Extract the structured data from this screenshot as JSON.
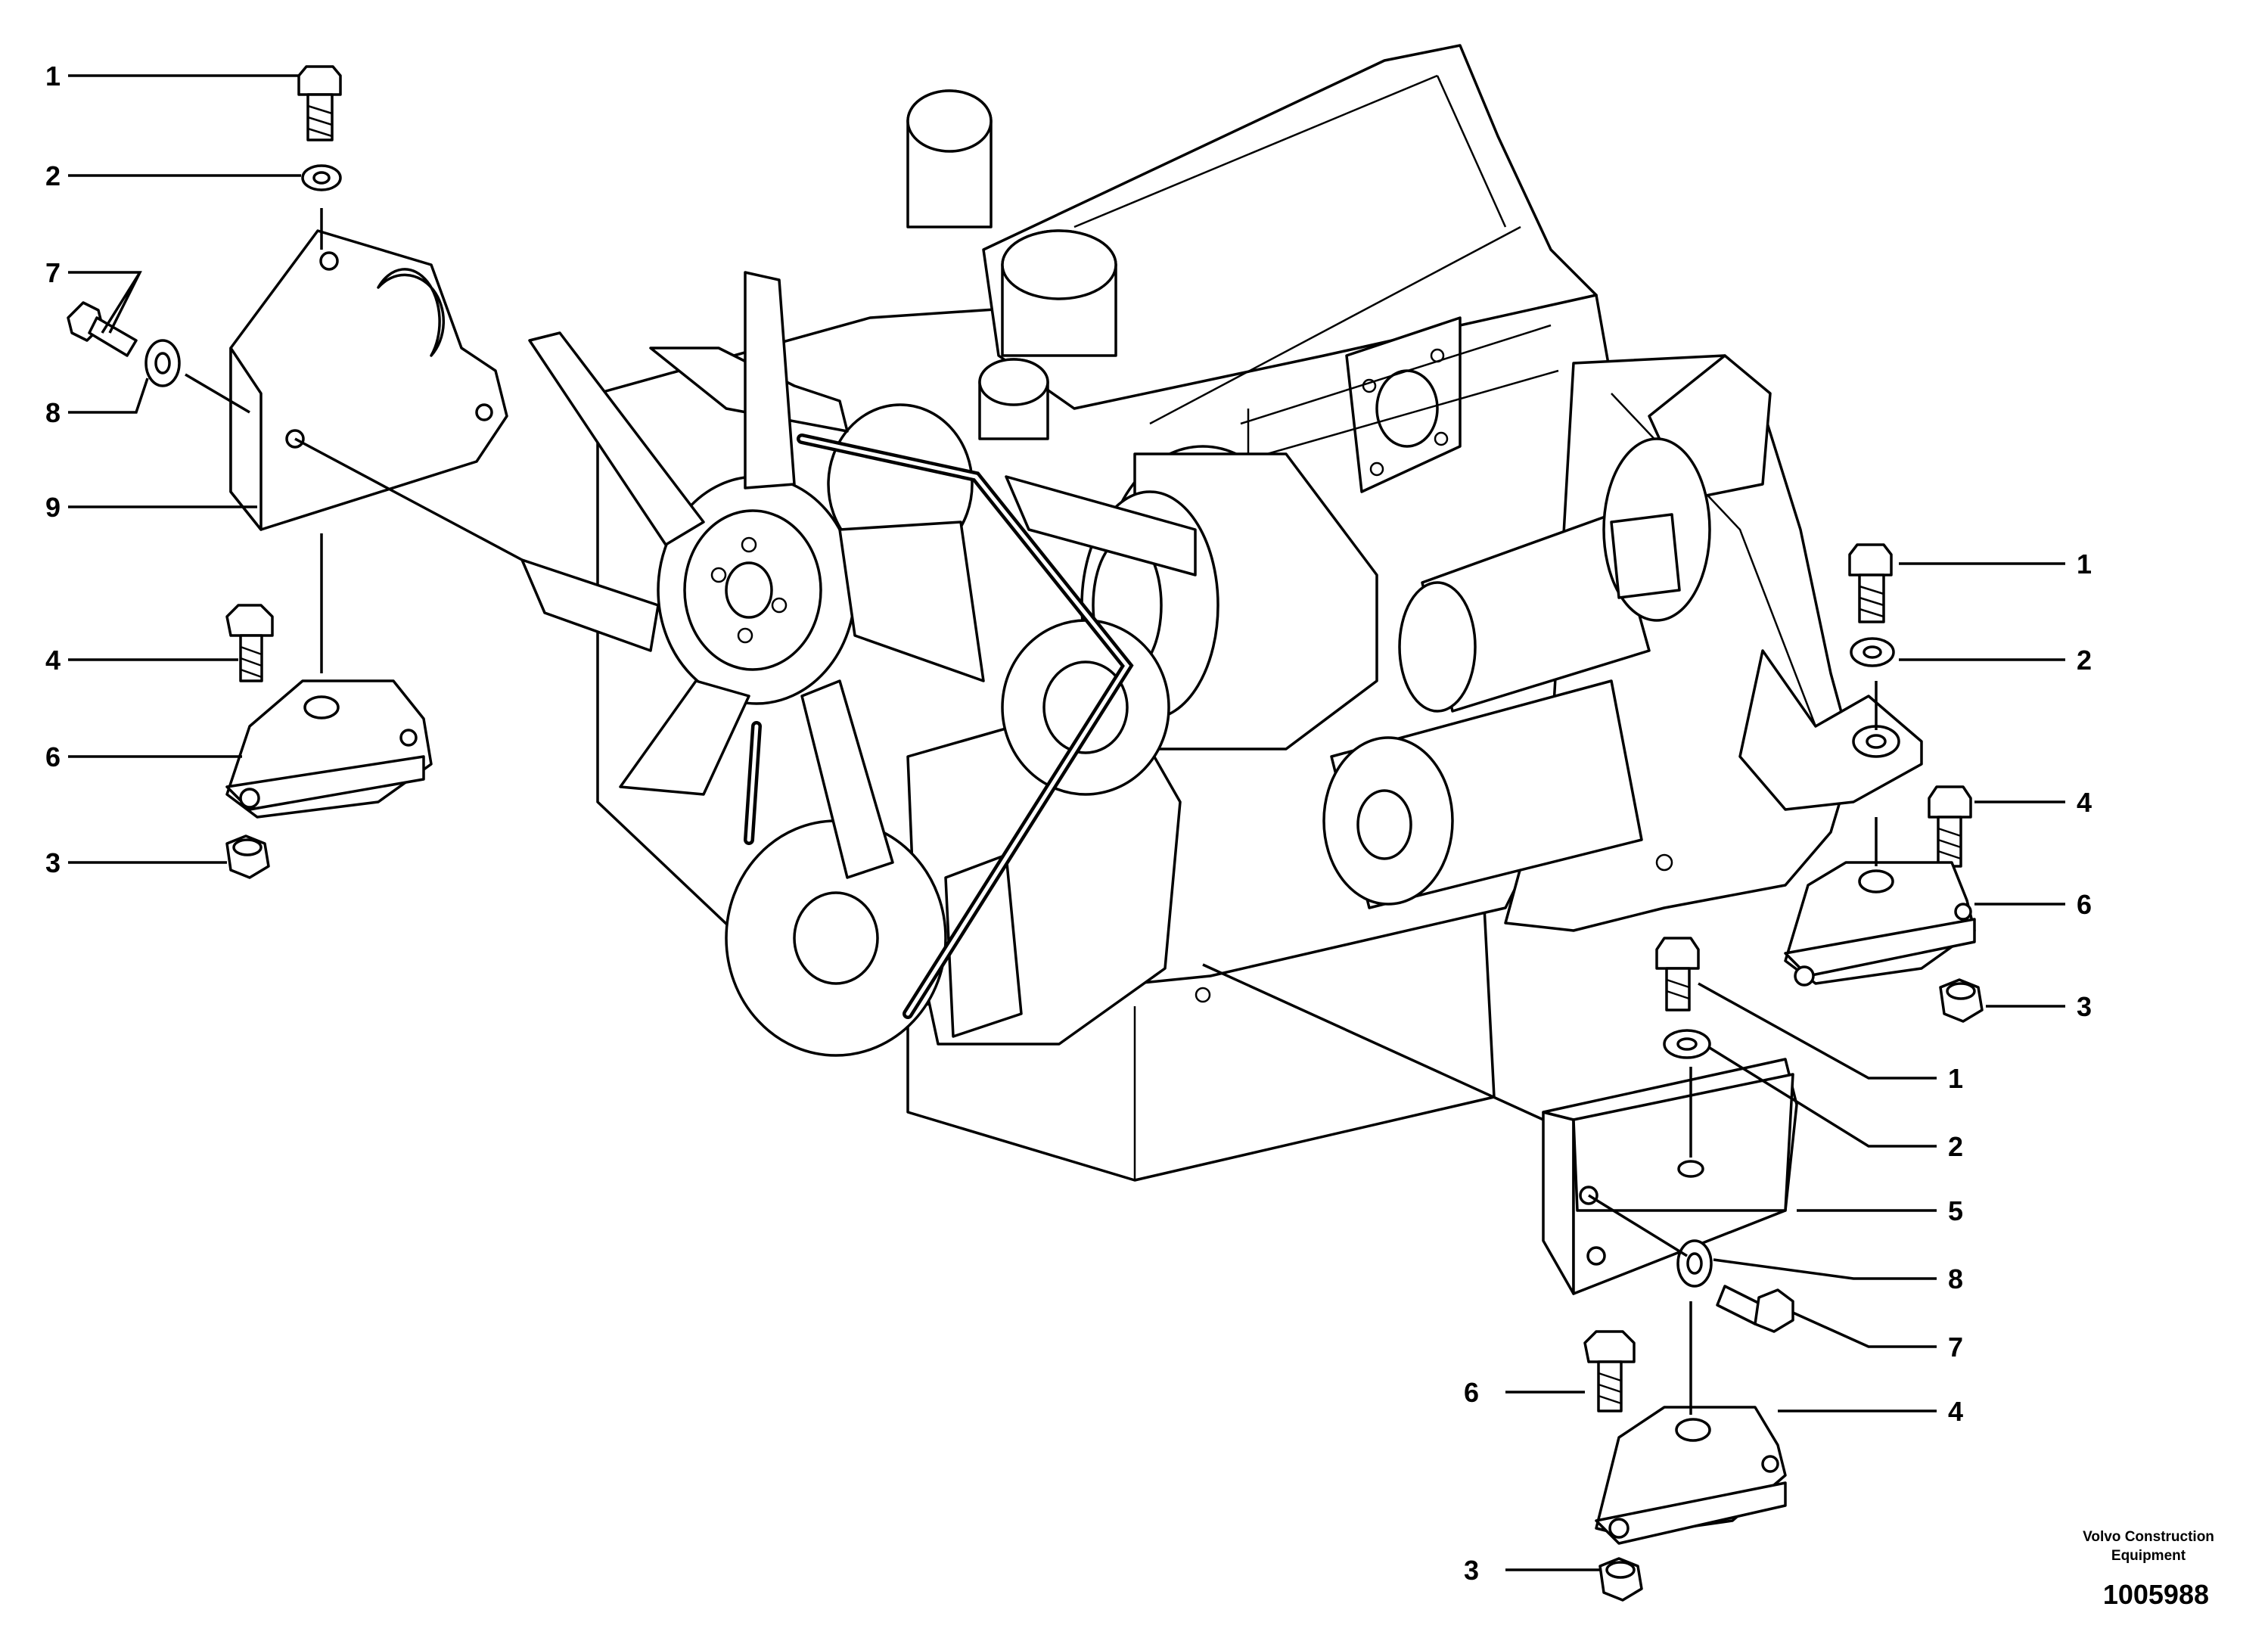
{
  "drawing": {
    "callouts_left": [
      "1",
      "2",
      "7",
      "8",
      "9",
      "4",
      "6",
      "3"
    ],
    "callouts_right_upper": [
      "1",
      "2",
      "4",
      "6",
      "3"
    ],
    "callouts_right_lower": [
      "1",
      "2",
      "5",
      "8",
      "7",
      "4",
      "6",
      "3"
    ],
    "brand_line1": "Volvo Construction",
    "brand_line2": "Equipment",
    "doc_number": "1005988"
  }
}
